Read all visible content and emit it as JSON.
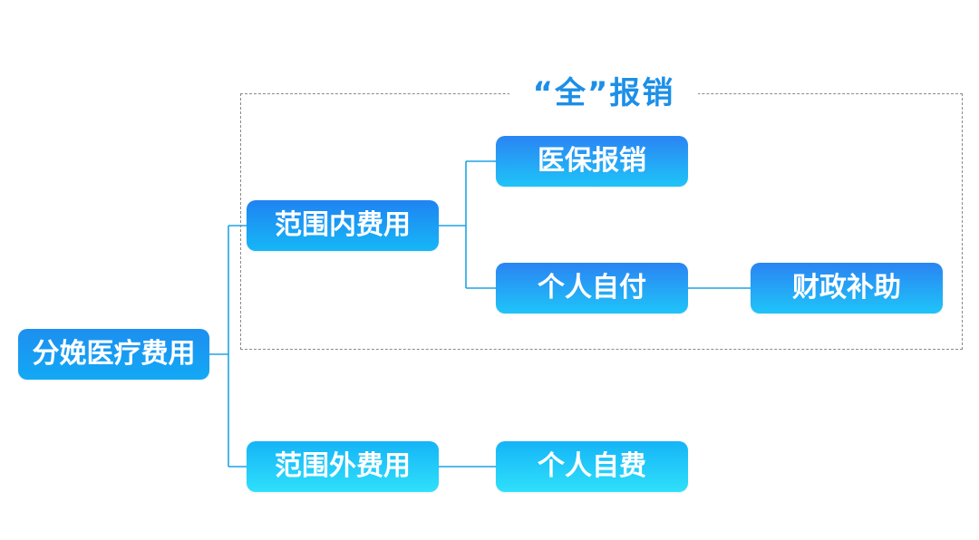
{
  "diagram": {
    "group_label": "“全”报销",
    "nodes": {
      "root": "分娩医疗费用",
      "in_scope": "范围内费用",
      "out_scope": "范围外费用",
      "insurance": "医保报销",
      "self_pay": "个人自付",
      "subsidy": "财政补助",
      "self_expense": "个人自费"
    },
    "connections": [
      [
        "root",
        "in_scope"
      ],
      [
        "root",
        "out_scope"
      ],
      [
        "in_scope",
        "insurance"
      ],
      [
        "in_scope",
        "self_pay"
      ],
      [
        "self_pay",
        "subsidy"
      ],
      [
        "out_scope",
        "self_expense"
      ]
    ]
  }
}
